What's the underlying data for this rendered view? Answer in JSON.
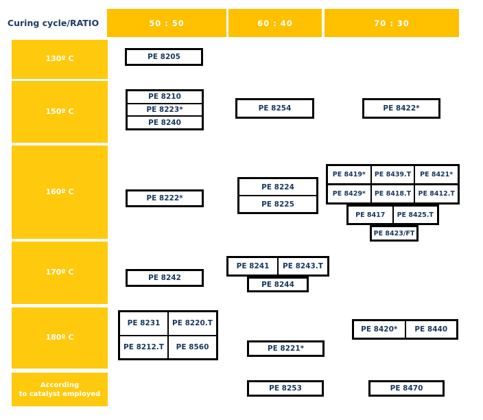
{
  "title": "Curing cycle/RATIO",
  "columns": [
    "50 : 50",
    "60 : 40",
    "70 : 30"
  ],
  "row_labels": {
    "r130": "130º C",
    "r150": "150º C",
    "r160": "160º C",
    "r170": "170º C",
    "r180": "180º C",
    "rcat_line1": "According",
    "rcat_line2": "to catalyst employed"
  },
  "colors": {
    "header_yellow": "#ffc000",
    "row_yellow": "#ffc90e",
    "navy_text": "#17375e",
    "navy_title": "#1d3a68",
    "box_border": "#000000"
  },
  "grid": {
    "r130": {
      "c5050": [
        "PE 8205"
      ]
    },
    "r150": {
      "c5050": [
        "PE 8210",
        "PE 8223*",
        "PE 8240"
      ],
      "c6040": [
        "PE 8254"
      ],
      "c7030": [
        "PE 8422*"
      ]
    },
    "r160": {
      "c5050": [
        "PE 8222*"
      ],
      "c6040": [
        "PE 8224",
        "PE 8225"
      ],
      "c7030_block": [
        "PE 8419*",
        "PE 8439.T",
        "PE 8421*",
        "PE 8429*",
        "PE 8418.T",
        "PE 8412.T"
      ],
      "c7030_row3": [
        "PE 8417",
        "PE 8425.T"
      ],
      "c7030_row4": [
        "PE 8423/FT"
      ]
    },
    "r170": {
      "c5050": [
        "PE 8242"
      ],
      "c6040_row1": [
        "PE 8241",
        "PE 8243.T"
      ],
      "c6040_row2": [
        "PE 8244"
      ]
    },
    "r180": {
      "c5050": [
        "PE 8231",
        "PE 8220.T",
        "PE 8212.T",
        "PE 8560"
      ],
      "c6040": [
        "PE 8221*"
      ],
      "c7030": [
        "PE 8420*",
        "PE 8440"
      ]
    },
    "rcat": {
      "c6040": [
        "PE 8253"
      ],
      "c7030": [
        "PE 8470"
      ]
    }
  }
}
